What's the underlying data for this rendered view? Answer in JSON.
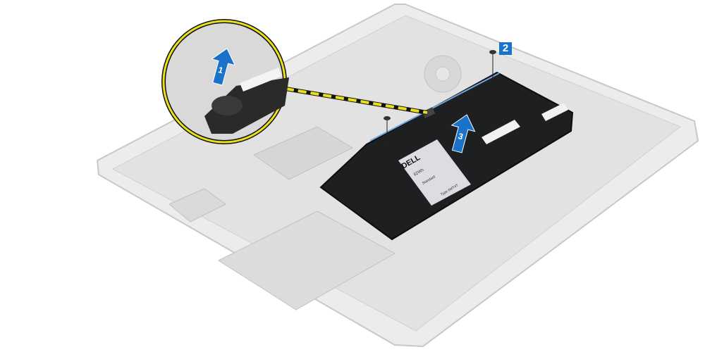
{
  "callouts": {
    "step1": "1",
    "step2": "2",
    "step3": "3"
  },
  "battery_label": {
    "brand": "DELL",
    "capacity": "62Wh",
    "type_line": "Standard",
    "model": "Type 6MT4T"
  },
  "colors": {
    "callout_blue": "#1a73c8",
    "highlight_yellow": "#e8e01a",
    "battery": "#1e1f21",
    "chassis": "#e4e4e4"
  }
}
